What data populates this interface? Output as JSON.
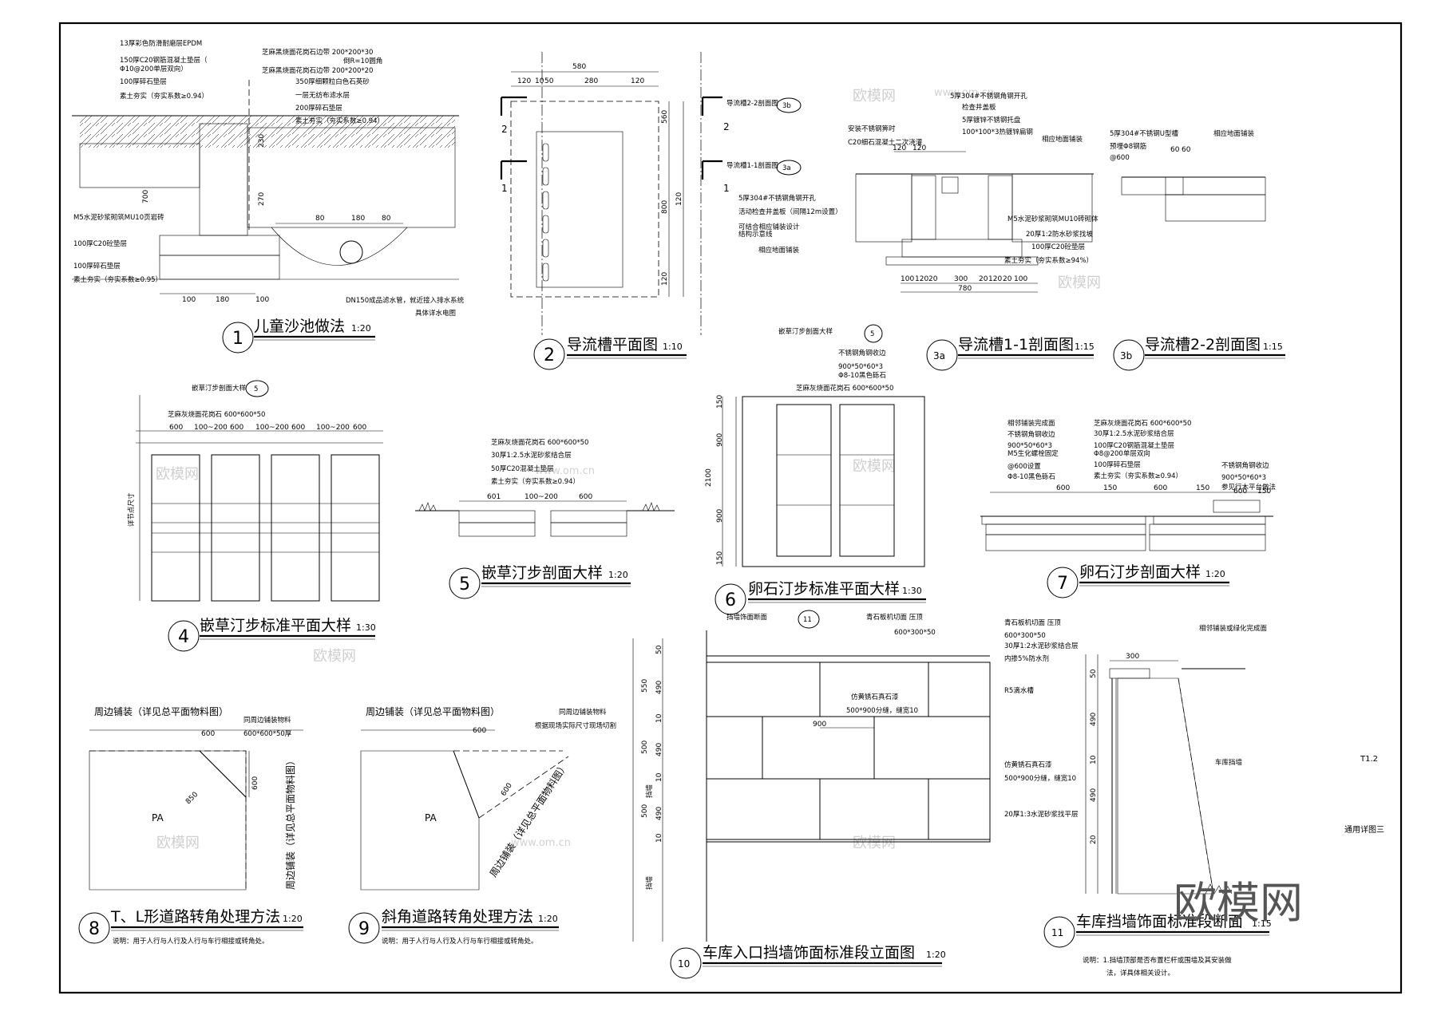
{
  "drawings": {
    "d1": {
      "num": "1",
      "title": "儿童沙池做法",
      "scale": "1:20",
      "labels": [
        "13厚彩色防滑耐磨层EPDM",
        "150厚C20钢筋混凝土垫层（",
        "Φ10@200单层双向）",
        "100厚碎石垫层",
        "素土夯实（夯实系数≥0.94）",
        "芝麻黑烧面花岗石边带 200*200*30",
        "倒R=10圆角",
        "芝麻黑烧面花岗石边带 200*200*20",
        "350厚细颗粒白色石英砂",
        "一层无纺布滤水层",
        "200厚碎石垫层",
        "素土夯实（夯实系数≥0.94）",
        "M5水泥砂浆砌筑MU10页岩砖",
        "100厚C20砼垫层",
        "100厚碎石垫层",
        "素土夯实（夯实系数≥0.95）",
        "DN150成品滤水管，就近接入排水系统",
        "具体详水电图"
      ],
      "dims": [
        "100",
        "180",
        "100",
        "80",
        "180",
        "80",
        "700",
        "230",
        "270"
      ]
    },
    "d2": {
      "num": "2",
      "title": "导流槽平面图",
      "scale": "1:10",
      "labels": [
        "导流槽2-2剖面图",
        "导流槽1-1剖面图",
        "5厚304#不锈钢角钢开孔",
        "活动检查井盖板（间隔12m设置）",
        "可结合相应铺装设计",
        "结构示意线",
        "相应地面铺装"
      ],
      "dims": [
        "580",
        "120",
        "10",
        "50",
        "280",
        "120",
        "560",
        "800",
        "120",
        "120"
      ],
      "section_marks": [
        "2",
        "2",
        "1",
        "1"
      ],
      "refs": [
        "3b",
        "3a"
      ]
    },
    "d3a": {
      "num": "3a",
      "title": "导流槽1-1剖面图",
      "scale": "1:15",
      "labels": [
        "5厚304#不锈钢角钢开孔",
        "检查井盖板",
        "5厚镀锌不锈钢托盘",
        "100*100*3热镀锌扁钢",
        "安装不锈钢箅时",
        "C20细石混凝土二次浇灌",
        "相应地面铺装",
        "M5水泥砂浆砌筑MU10砖砌体",
        "20厚1:2防水砂浆找坡",
        "100厚C20砼垫层",
        "素土夯实（夯实系数≥94%）"
      ],
      "dims": [
        "120",
        "120",
        "100",
        "120",
        "20",
        "300",
        "20",
        "120",
        "20",
        "100",
        "780"
      ]
    },
    "d3b": {
      "num": "3b",
      "title": "导流槽2-2剖面图",
      "scale": "1:15",
      "labels": [
        "5厚304#不锈钢U型槽",
        "预埋Φ8钢筋",
        "@600",
        "相应地面铺装"
      ],
      "dims": [
        "60",
        "60"
      ]
    },
    "d4": {
      "num": "4",
      "title": "嵌草汀步标准平面大样",
      "scale": "1:30",
      "labels": [
        "嵌草汀步剖面大样",
        "芝麻灰烧面花岗石 600*600*50",
        "详节点尺寸"
      ],
      "dims": [
        "600",
        "100~200",
        "600",
        "100~200",
        "600",
        "100~200",
        "600"
      ],
      "ref": "5"
    },
    "d5": {
      "num": "5",
      "title": "嵌草汀步剖面大样",
      "scale": "1:20",
      "labels": [
        "芝麻灰烧面花岗石 600*600*50",
        "30厚1:2.5水泥砂浆结合层",
        "50厚C20混凝土垫层",
        "素土夯实（夯实系数≥0.94）"
      ],
      "dims": [
        "601",
        "100~200",
        "600"
      ]
    },
    "d6": {
      "num": "6",
      "title": "卵石汀步标准平面大样",
      "scale": "1:30",
      "labels": [
        "嵌草汀步剖面大样",
        "不锈钢角钢收边",
        "900*50*60*3",
        "Φ8-10黑色砾石",
        "芝麻灰烧面花岗石 600*600*50"
      ],
      "dims": [
        "150",
        "900",
        "2100",
        "900",
        "150"
      ],
      "ref": "5"
    },
    "d7": {
      "num": "7",
      "title": "卵石汀步剖面大样",
      "scale": "1:20",
      "labels": [
        "相邻铺装完成面",
        "不锈钢角钢收边",
        "900*50*60*3",
        "M5生化螺栓固定",
        "Φ8-10黑色砾石",
        "@600设置",
        "芝麻灰烧面花岗石 600*600*50",
        "30厚1:2.5水泥砂浆结合层",
        "100厚C20钢筋混凝土垫层",
        "Φ8@200单层双向",
        "100厚碎石垫层",
        "素土夯实（夯实系数≥0.94）",
        "不锈钢角钢收边",
        "900*50*60*3",
        "参见行木平台做法"
      ],
      "dims": [
        "600",
        "150",
        "600",
        "150",
        "600",
        "150"
      ]
    },
    "d8": {
      "num": "8",
      "title": "T、L形道路转角处理方法",
      "scale": "1:20",
      "labels": [
        "周边铺装（详见总平面物料图）",
        "同周边铺装物料",
        "600*600*50厚",
        "PA",
        "周边铺装（详见总平面物料图）"
      ],
      "dims": [
        "600",
        "600",
        "850"
      ],
      "note": "说明：用于人行与人行及人行与车行相接或转角处。"
    },
    "d9": {
      "num": "9",
      "title": "斜角道路转角处理方法",
      "scale": "1:20",
      "labels": [
        "周边铺装（详见总平面物料图）",
        "同周边铺装物料",
        "根据现场实际尺寸现场切割",
        "PA",
        "周边铺装（详见总平面物料图）"
      ],
      "dims": [
        "600",
        "600"
      ],
      "note": "说明：用于人行与人行及人行与车行相接或转角处。"
    },
    "d10": {
      "num": "10",
      "title": "车库入口挡墙饰面标准段立面图",
      "scale": "1:20",
      "labels": [
        "挡墙饰面断面",
        "青石板机切面 压顶",
        "600*300*50",
        "仿黄锈石真石漆",
        "500*900分缝，缝宽10",
        "挡墙",
        "挡墙"
      ],
      "dims": [
        "50",
        "490",
        "10",
        "490",
        "10",
        "490",
        "10",
        "550",
        "500",
        "500",
        "900"
      ],
      "ref": "11"
    },
    "d11": {
      "num": "11",
      "title": "车库挡墙饰面标准段断面",
      "scale": "1:15",
      "labels": [
        "青石板机切面 压顶",
        "600*300*50",
        "30厚1:2水泥砂浆结合层",
        "内掺5%防水剂",
        "R5滴水槽",
        "仿黄锈石真石漆",
        "500*900分缝，缝宽10",
        "20厚1:3水泥砂浆找平层",
        "相邻铺装或绿化完成面",
        "车库挡墙"
      ],
      "dims": [
        "300",
        "50",
        "490",
        "10",
        "490",
        "20"
      ],
      "note_lines": [
        "说明：1.挡墙顶部是否布置栏杆或围墙及其安装做",
        "法，详具体相关设计。"
      ]
    }
  },
  "sheet": {
    "code": "T1.2",
    "subtitle": "通用详图三"
  },
  "watermark": {
    "brand": "欧模网",
    "url": "www.om.cn",
    "small": "欧模网"
  }
}
